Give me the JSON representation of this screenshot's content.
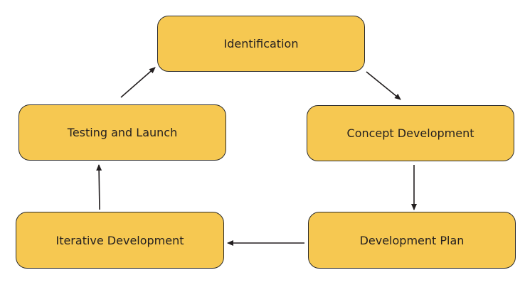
{
  "colors": {
    "box_fill": "#F6C851",
    "box_border": "#2B2B2B",
    "arrow": "#231F20"
  },
  "nodes": {
    "identification": "Identification",
    "concept_development": "Concept Development",
    "development_plan": "Development Plan",
    "iterative_development": "Iterative Development",
    "testing_and_launch": "Testing and Launch"
  },
  "edges": [
    {
      "from": "identification",
      "to": "concept_development"
    },
    {
      "from": "concept_development",
      "to": "development_plan"
    },
    {
      "from": "development_plan",
      "to": "iterative_development"
    },
    {
      "from": "iterative_development",
      "to": "testing_and_launch"
    },
    {
      "from": "testing_and_launch",
      "to": "identification"
    }
  ]
}
